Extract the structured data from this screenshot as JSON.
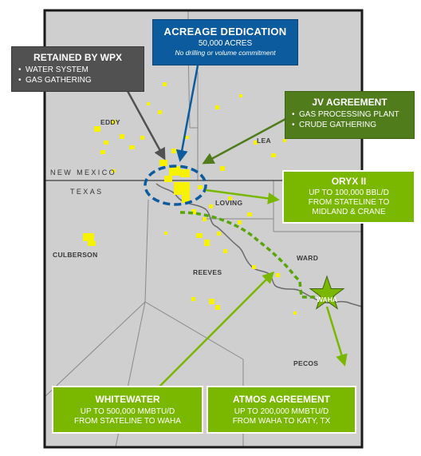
{
  "map": {
    "states": {
      "north": "NEW MEXICO",
      "south": "TEXAS"
    },
    "counties": [
      "EDDY",
      "LEA",
      "LOVING",
      "CULBERSON",
      "REEVES",
      "WARD",
      "PECOS"
    ],
    "hub_label": "WAHA",
    "colors": {
      "background": "#cfcfcf",
      "border": "#1a1a1a",
      "acreage": "#f7f300",
      "pipeline": "#7ab800",
      "blue": "#0b5b9e",
      "dark_green": "#507c1c",
      "gray": "#515151"
    }
  },
  "callouts": {
    "retained": {
      "title": "RETAINED BY WPX",
      "items": [
        "WATER SYSTEM",
        "GAS GATHERING"
      ]
    },
    "acreage": {
      "title": "ACREAGE DEDICATION",
      "subtitle": "50,000 ACRES",
      "note": "No drilling or volume commitment"
    },
    "jv": {
      "title": "JV AGREEMENT",
      "items": [
        "GAS PROCESSING PLANT",
        "CRUDE GATHERING"
      ]
    },
    "oryx": {
      "title": "ORYX II",
      "lines": [
        "UP TO 100,000 BBL/D",
        "FROM STATELINE TO",
        "MIDLAND & CRANE"
      ]
    },
    "whitewater": {
      "title": "WHITEWATER",
      "lines": [
        "UP TO 500,000 MMBTU/D",
        "FROM STATELINE TO WAHA"
      ]
    },
    "atmos": {
      "title": "ATMOS AGREEMENT",
      "lines": [
        "UP TO 200,000 MMBTU/D",
        "FROM WAHA TO KATY, TX"
      ]
    }
  }
}
